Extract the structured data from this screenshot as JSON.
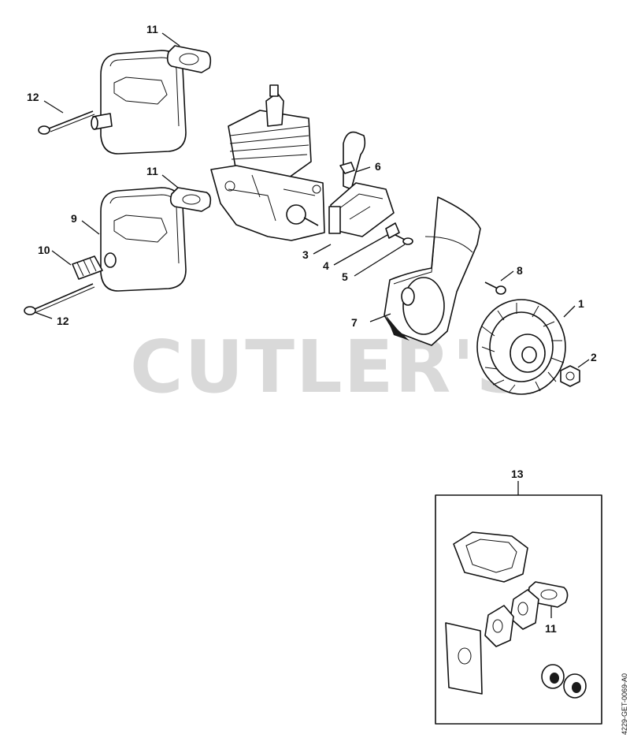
{
  "watermark": "CUTLER'S",
  "document_id": "4229-GET-0069-A0",
  "callouts": {
    "c1": "1",
    "c2": "2",
    "c3": "3",
    "c4": "4",
    "c5": "5",
    "c6": "6",
    "c7": "7",
    "c8": "8",
    "c9": "9",
    "c10": "10",
    "c11a": "11",
    "c11b": "11",
    "c11c": "11",
    "c12a": "12",
    "c12b": "12",
    "c13": "13"
  },
  "colors": {
    "line": "#111111",
    "watermark": "#d9d9d9",
    "background": "#ffffff"
  }
}
